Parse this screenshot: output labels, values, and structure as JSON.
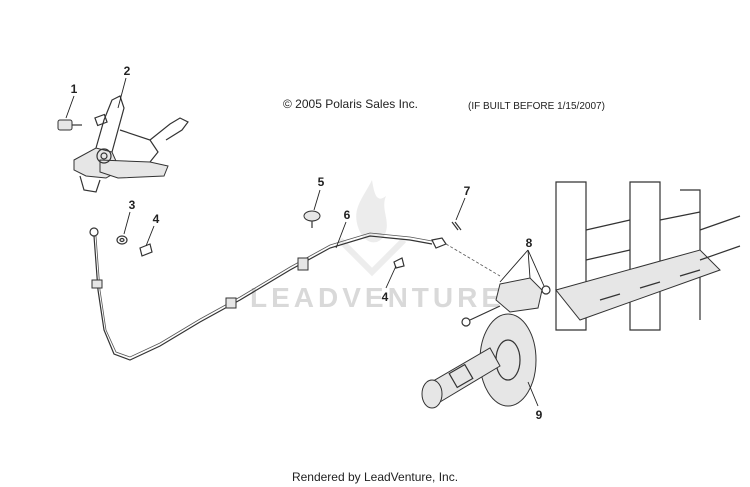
{
  "header": {
    "copyright": "© 2005 Polaris Sales Inc.",
    "build_note": "(IF BUILT BEFORE 1/15/2007)"
  },
  "watermark": {
    "text": "LEADVENTURE"
  },
  "footer": {
    "rendered_by": "Rendered by LeadVenture, Inc."
  },
  "callouts": [
    "1",
    "2",
    "3",
    "4",
    "5",
    "6",
    "7",
    "4",
    "8",
    "9"
  ]
}
